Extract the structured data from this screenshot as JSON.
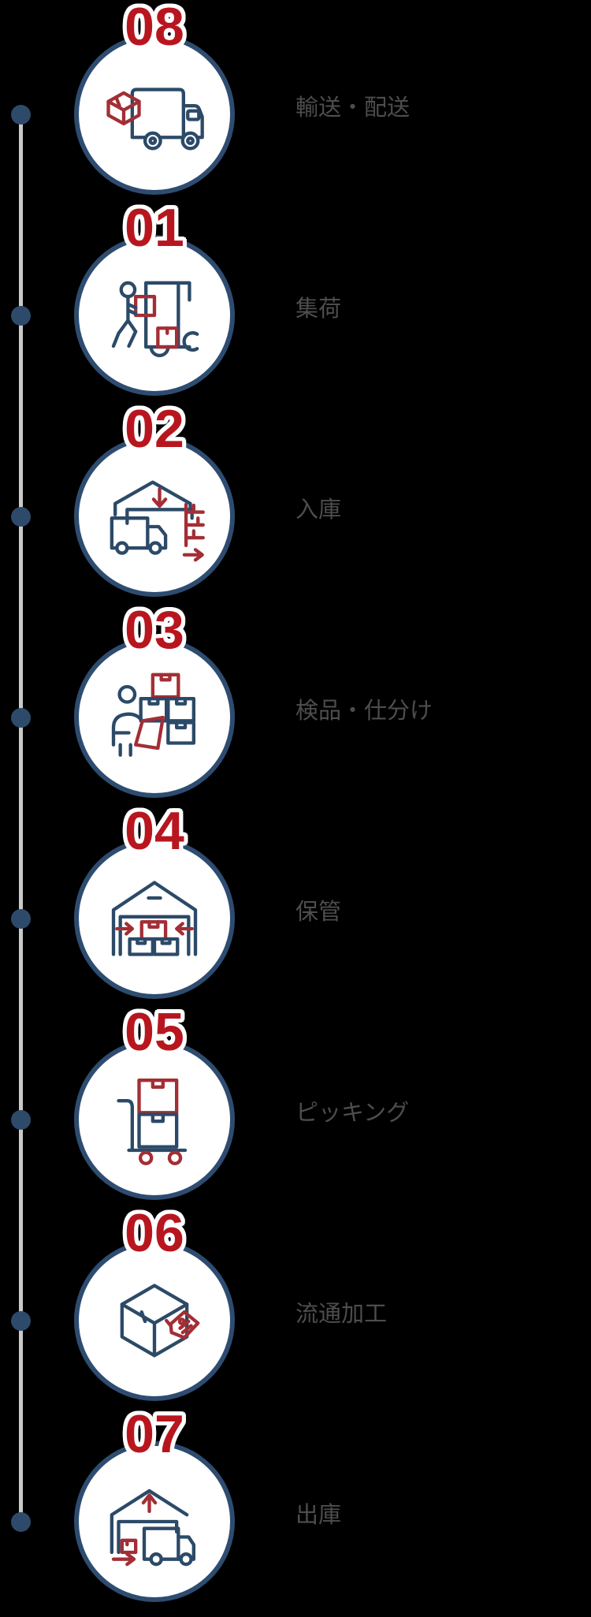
{
  "page": {
    "type": "vertical-process-timeline",
    "background_color": "#000000"
  },
  "colors": {
    "step_number_red": "#b8161f",
    "icon_red": "#a32e35",
    "circle_border_navy": "#2e4c70",
    "icon_navy": "#2c4a68",
    "dot_navy": "#2e4a6b",
    "connector_line_gray": "#c9c9c9",
    "label_gray": "#4d4d4d",
    "circle_fill": "#ffffff"
  },
  "timeline": {
    "orientation": "vertical",
    "step_count": 8
  },
  "steps": [
    {
      "number": "01",
      "label": "集荷",
      "icon": "pickup-worker-cart-icon"
    },
    {
      "number": "02",
      "label": "入庫",
      "icon": "warehouse-inbound-truck-icon"
    },
    {
      "number": "03",
      "label": "検品・仕分け",
      "icon": "inspection-sorting-icon"
    },
    {
      "number": "04",
      "label": "保管",
      "icon": "storage-warehouse-icon"
    },
    {
      "number": "05",
      "label": "ピッキング",
      "icon": "picking-handtruck-icon"
    },
    {
      "number": "06",
      "label": "流通加工",
      "icon": "box-with-tag-icon"
    },
    {
      "number": "07",
      "label": "出庫",
      "icon": "warehouse-outbound-truck-icon"
    },
    {
      "number": "08",
      "label": "輸送・配送",
      "icon": "delivery-truck-icon"
    }
  ]
}
